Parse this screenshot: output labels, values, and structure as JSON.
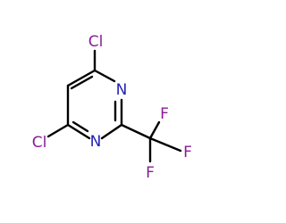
{
  "molecule": {
    "atoms": {
      "cl_top": {
        "text": "Cl",
        "color": "#8a1c96"
      },
      "cl_bottom": {
        "text": "Cl",
        "color": "#8a1c96"
      },
      "n_top": {
        "text": "N",
        "color": "#2323b4"
      },
      "n_bottom": {
        "text": "N",
        "color": "#2323b4"
      },
      "f_top": {
        "text": "F",
        "color": "#8a1c96"
      },
      "f_right": {
        "text": "F",
        "color": "#8a1c96"
      },
      "f_bottom": {
        "text": "F",
        "color": "#8a1c96"
      }
    },
    "bond_color": "#000000"
  }
}
